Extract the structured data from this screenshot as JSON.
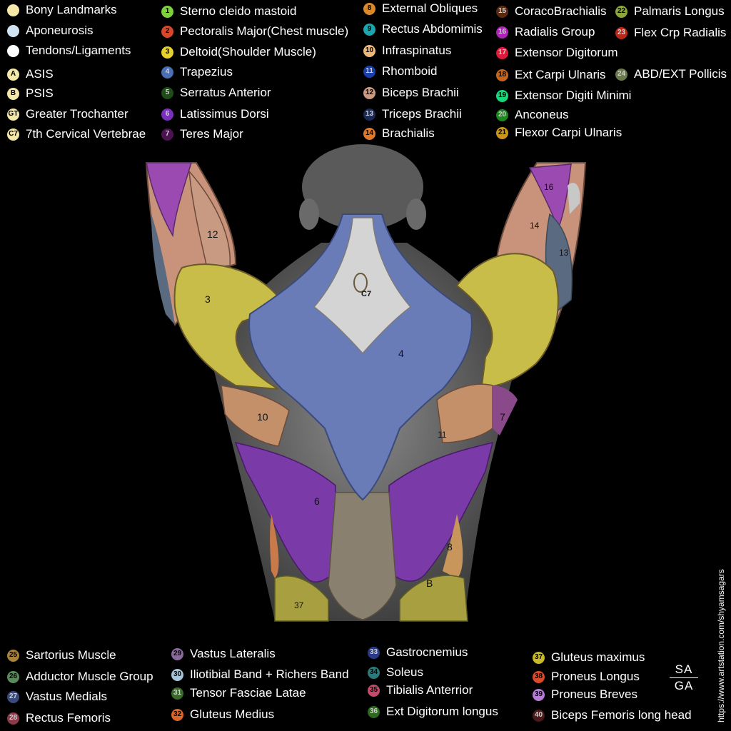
{
  "legend_top": [
    {
      "marker": "",
      "label": "Bony Landmarks",
      "color": "#f4e8a8"
    },
    {
      "marker": "",
      "label": "Aponeurosis",
      "color": "#cfe3f3"
    },
    {
      "marker": "",
      "label": "Tendons/Ligaments",
      "color": "#ffffff"
    },
    {
      "marker": "A",
      "label": "ASIS",
      "color": "#f4e8a8"
    },
    {
      "marker": "B",
      "label": "PSIS",
      "color": "#f4e8a8"
    },
    {
      "marker": "GT",
      "label": "Greater Trochanter",
      "color": "#f4e8a8"
    },
    {
      "marker": "C7",
      "label": "7th Cervical Vertebrae",
      "color": "#f4e8a8"
    },
    {
      "marker": "1",
      "label": "Sterno cleido mastoid",
      "color": "#7fd13b"
    },
    {
      "marker": "2",
      "label": "Pectoralis Major(Chest muscle)",
      "color": "#d9472b"
    },
    {
      "marker": "3",
      "label": "Deltoid(Shoulder Muscle)",
      "color": "#e6d22a"
    },
    {
      "marker": "4",
      "label": "Trapezius",
      "color": "#4a6fb5"
    },
    {
      "marker": "5",
      "label": "Serratus Anterior",
      "color": "#1f4d1a"
    },
    {
      "marker": "6",
      "label": "Latissimus Dorsi",
      "color": "#7b2fbe"
    },
    {
      "marker": "7",
      "label": "Teres Major",
      "color": "#4a1450"
    },
    {
      "marker": "8",
      "label": "External Obliques",
      "color": "#d9892b"
    },
    {
      "marker": "9",
      "label": "Rectus Abdomimis",
      "color": "#1aa6b0"
    },
    {
      "marker": "10",
      "label": "Infraspinatus",
      "color": "#f0b878"
    },
    {
      "marker": "11",
      "label": "Rhomboid",
      "color": "#1a3fa8"
    },
    {
      "marker": "12",
      "label": "Biceps Brachii",
      "color": "#c89a82"
    },
    {
      "marker": "13",
      "label": "Triceps Brachii",
      "color": "#1a2a55"
    },
    {
      "marker": "14",
      "label": "Brachialis",
      "color": "#e07a2a"
    },
    {
      "marker": "15",
      "label": "CoracoBrachialis",
      "color": "#5a2a10"
    },
    {
      "marker": "16",
      "label": "Radialis Group",
      "color": "#b21fbf"
    },
    {
      "marker": "17",
      "label": "Extensor Digitorum",
      "color": "#e01a3a"
    },
    {
      "marker": "18",
      "label": "Ext Carpi Ulnaris",
      "color": "#c8641a"
    },
    {
      "marker": "19",
      "label": "Extensor Digiti Minimi",
      "color": "#1ad67a"
    },
    {
      "marker": "20",
      "label": "Anconeus",
      "color": "#1a8a1a"
    },
    {
      "marker": "21",
      "label": "Flexor Carpi Ulnaris",
      "color": "#c8961a"
    },
    {
      "marker": "22",
      "label": "Palmaris Longus",
      "color": "#8aa63a"
    },
    {
      "marker": "23",
      "label": "Flex Crp Radialis",
      "color": "#b8281a"
    },
    {
      "marker": "24",
      "label": "ABD/EXT Pollicis",
      "color": "#6a7a4a"
    }
  ],
  "legend_bottom": [
    {
      "marker": "25",
      "label": "Sartorius Muscle",
      "color": "#a8823a"
    },
    {
      "marker": "26",
      "label": "Adductor Muscle Group",
      "color": "#5a8a5a"
    },
    {
      "marker": "27",
      "label": "Vastus Medials",
      "color": "#3a4a7a"
    },
    {
      "marker": "28",
      "label": "Rectus Femoris",
      "color": "#8a3a4a"
    },
    {
      "marker": "29",
      "label": "Vastus Lateralis",
      "color": "#8a6a9a"
    },
    {
      "marker": "30",
      "label": "Iliotibial Band + Richers Band",
      "color": "#a8c4d8"
    },
    {
      "marker": "31",
      "label": "Tensor Fasciae Latae",
      "color": "#3a6a2a"
    },
    {
      "marker": "32",
      "label": "Gluteus Medius",
      "color": "#d8642a"
    },
    {
      "marker": "33",
      "label": "Gastrocnemius",
      "color": "#2a3a8a"
    },
    {
      "marker": "34",
      "label": "Soleus",
      "color": "#2a7a7a"
    },
    {
      "marker": "35",
      "label": "Tibialis Anterrior",
      "color": "#c84a6a"
    },
    {
      "marker": "36",
      "label": "Ext Digitorum longus",
      "color": "#2a6a1a"
    },
    {
      "marker": "37",
      "label": "Gluteus maximus",
      "color": "#c8b82a"
    },
    {
      "marker": "38",
      "label": "Proneus Longus",
      "color": "#d84a2a"
    },
    {
      "marker": "39",
      "label": "Proneus Breves",
      "color": "#b87ad8"
    },
    {
      "marker": "40",
      "label": "Biceps Femoris long head",
      "color": "#4a1a1a"
    }
  ],
  "figure_labels": [
    "12",
    "3",
    "C7",
    "4",
    "10",
    "11",
    "7",
    "16",
    "14",
    "13",
    "6",
    "8",
    "B",
    "37"
  ],
  "watermark": "https://www.artstation.com/shyamsagars",
  "logo": {
    "top": "SA",
    "bottom": "GA"
  }
}
